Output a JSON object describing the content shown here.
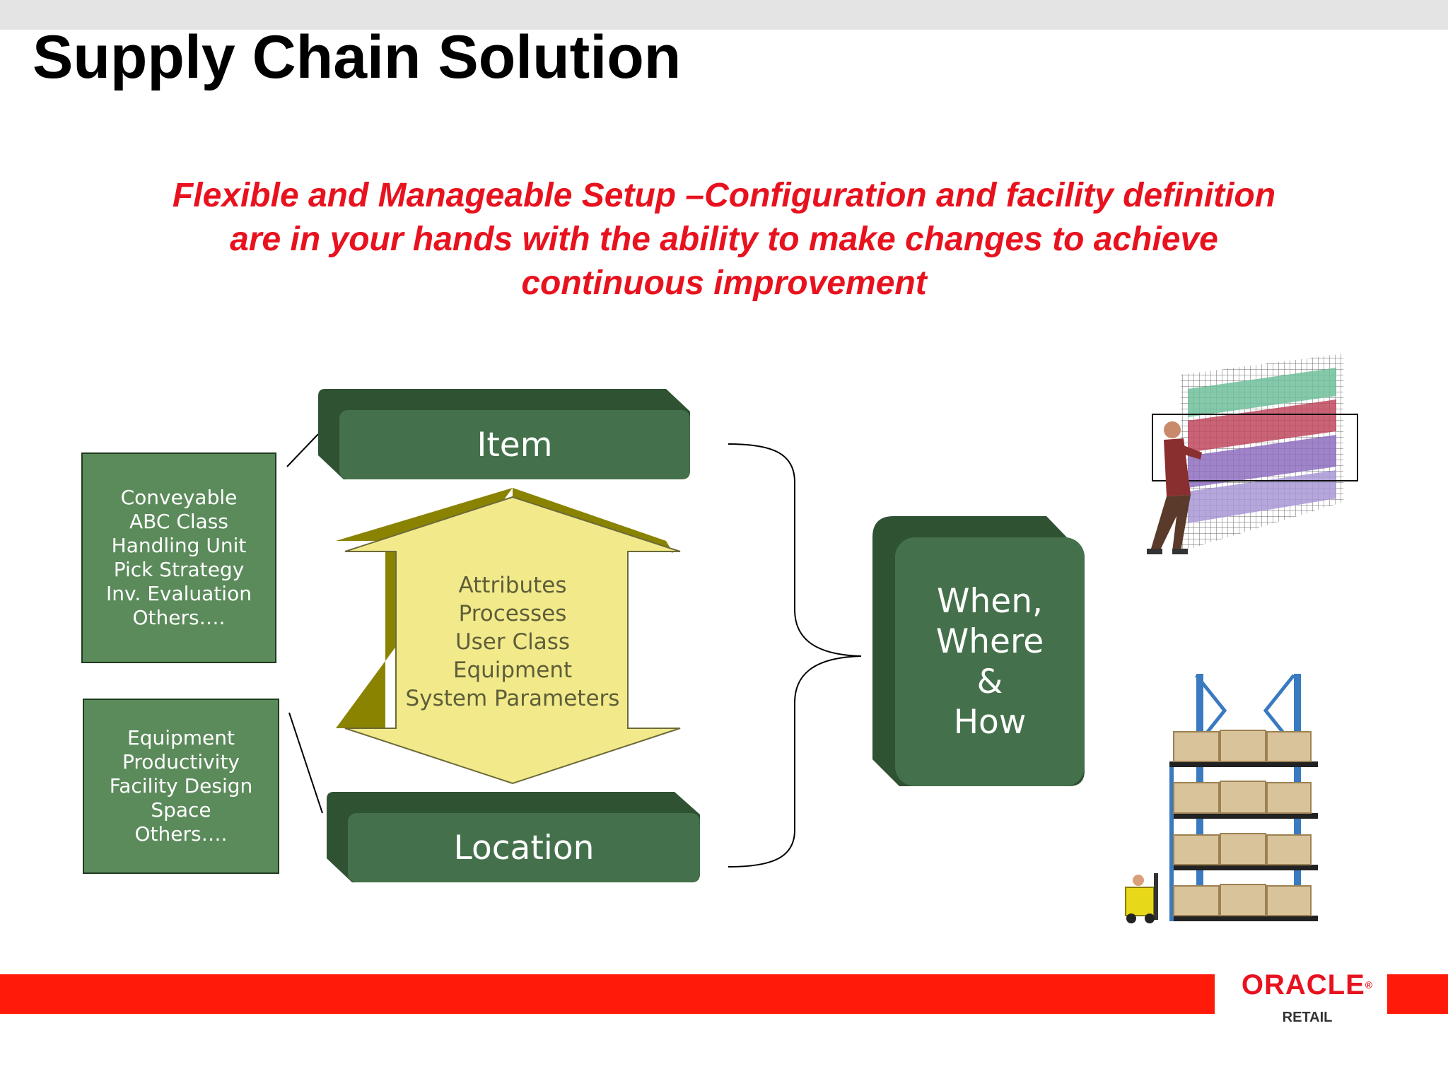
{
  "slide": {
    "title": "Supply Chain Solution",
    "subtitle_lines": [
      "Flexible and Manageable Setup –Configuration and facility definition",
      "are in your hands with the ability to make changes to achieve",
      "continuous improvement"
    ]
  },
  "diagram": {
    "item_label": "Item",
    "location_label": "Location",
    "item_attributes": [
      "Conveyable",
      "ABC Class",
      "Handling Unit",
      "Pick Strategy",
      "Inv. Evaluation",
      "Others…."
    ],
    "location_attributes": [
      "Equipment",
      "Productivity",
      "Facility Design",
      "Space",
      "Others…."
    ],
    "center_items": [
      "Attributes",
      "Processes",
      "User Class",
      "Equipment",
      "System Parameters"
    ],
    "result_lines": [
      "When,",
      "Where",
      "&",
      "How"
    ]
  },
  "branding": {
    "logo_word": "ORACLE",
    "logo_trademark": "®",
    "logo_sub": "RETAIL"
  },
  "colors": {
    "title": "#000000",
    "subtitle": "#e8121f",
    "box_green_light": "#5b8a5b",
    "box_green_dark": "#3f6a44",
    "arrow_yellow": "#f2ea8a",
    "footer_red": "#ff1a0a"
  }
}
